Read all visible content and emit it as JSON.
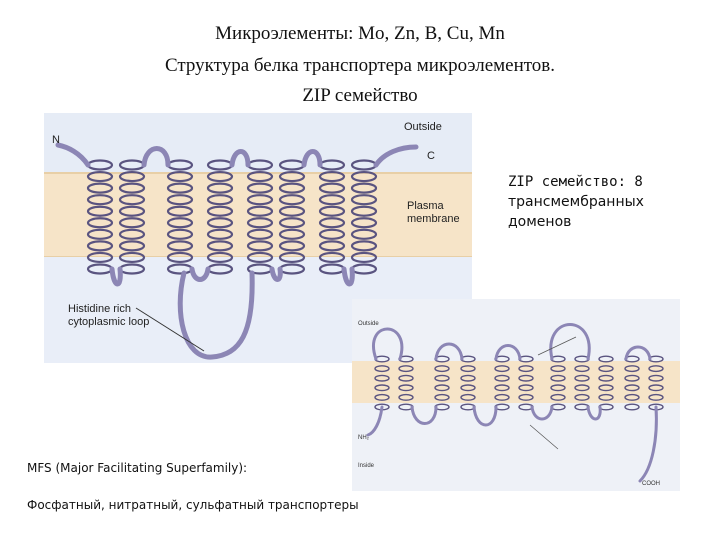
{
  "title": {
    "line1": "Микроэлементы:  Mo, Zn, B, Cu, Mn",
    "line2": "Структура белка транспортера микроэлементов.",
    "line3": "ZIP семейство"
  },
  "zip_figure": {
    "outside_label": "Outside",
    "n_label": "N",
    "c_label": "C",
    "plasma_label_1": "Plasma",
    "plasma_label_2": "membrane",
    "loop_label_1": "Histidine rich",
    "loop_label_2": "cytoplasmic loop",
    "colors": {
      "outside": "#e6ecf6",
      "membrane": "#f6e4c8",
      "inside": "#e9eef8",
      "protein": "#8c86b5",
      "protein_dark": "#5a5480"
    }
  },
  "side_note": {
    "line1": "ZIP семейство: 8",
    "line2": "трансмембранных",
    "line3": "доменов"
  },
  "mfs_figure": {
    "outside_label": "Outside",
    "inside_label": "Inside",
    "n_label": "NH₂",
    "c_label": "COOH",
    "colors": {
      "membrane": "#f6e4c8",
      "background": "#eef1f7",
      "protein": "#8c86b5"
    }
  },
  "mfs_caption": {
    "line1": "MFS (Major Facilitating Superfamily):",
    "line2": "Фосфатный, нитратный, сульфатный транспортеры"
  }
}
